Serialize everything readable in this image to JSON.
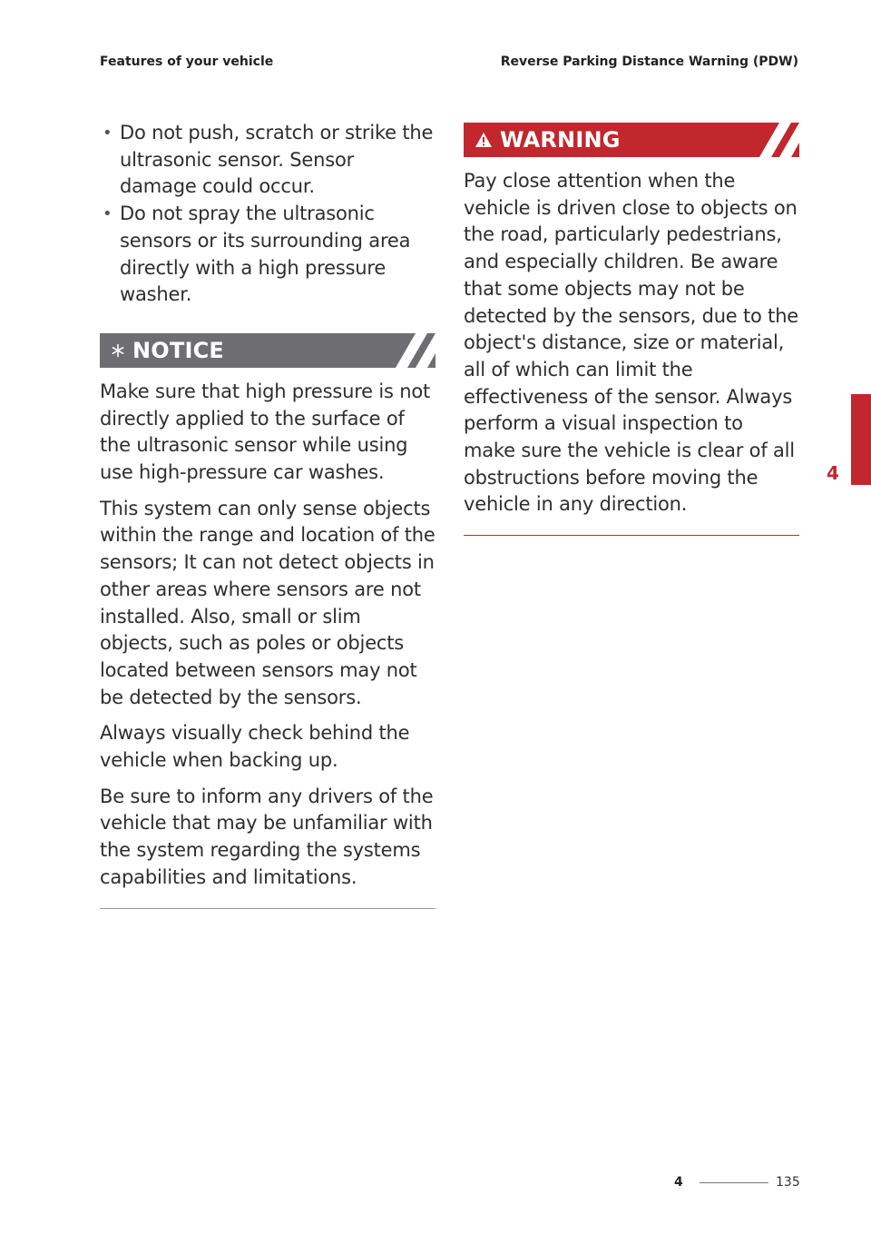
{
  "header": {
    "left": "Features of your vehicle",
    "right": "Reverse Parking Distance Warning (PDW)"
  },
  "left_column": {
    "bullets": [
      "Do not push, scratch or strike the ultrasonic sensor. Sensor damage could occur.",
      "Do not spray the ultrasonic sensors or its surrounding area directly with a high pressure washer."
    ],
    "notice": {
      "icon": "asterisk-icon",
      "title": "NOTICE",
      "paragraphs": [
        "Make sure that high pressure is not directly applied to the surface of the ultrasonic sensor while using use high-pressure car washes.",
        "This system can only sense objects within the range and location of the sensors; It can not detect objects in other areas where sensors are not installed. Also, small or slim objects, such as poles or objects located between sensors may not be detected by the sensors.",
        "Always visually check behind the vehicle when backing up.",
        "Be sure to inform any drivers of the vehicle that may be unfamiliar with the system regarding the systems capabilities and limitations."
      ]
    }
  },
  "right_column": {
    "warning": {
      "icon": "warning-triangle-icon",
      "title": "WARNING",
      "body": "Pay close attention when the vehicle is driven close to objects on the road, particularly pedestrians, and especially children. Be aware that some objects may not be detected by the sensors, due to the object's distance, size or material, all of which can limit the effectiveness of the sensor. Always perform a visual inspection to make sure the vehicle is clear of all obstructions before moving the vehicle in any direction."
    }
  },
  "side_tab": {
    "label": "4"
  },
  "footer": {
    "chapter": "4",
    "page": "135"
  },
  "colors": {
    "accent_red": "#c1272d",
    "notice_gray": "#6e6e72"
  }
}
